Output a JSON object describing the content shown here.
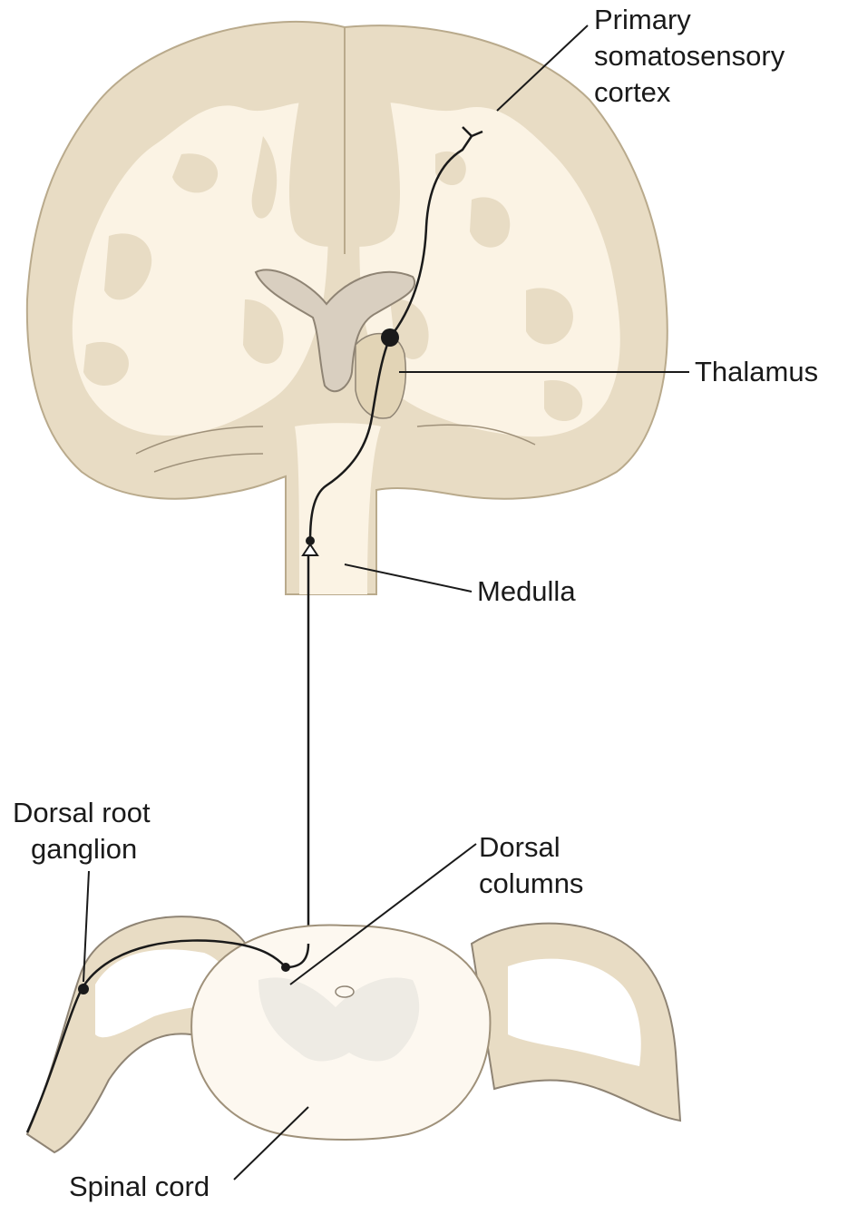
{
  "labels": {
    "cortex": [
      "Primary",
      "somatosensory",
      "cortex"
    ],
    "thalamus": "Thalamus",
    "medulla": "Medulla",
    "dorsal_root_ganglion": [
      "Dorsal root",
      "ganglion"
    ],
    "dorsal_columns": [
      "Dorsal",
      "columns"
    ],
    "spinal_cord": "Spinal cord"
  },
  "colors": {
    "gray_matter": "#e8dcc4",
    "white_matter": "#fbf3e4",
    "ventricle": "#d9cfc0",
    "cord_white": "#fdf8f0",
    "cord_gray": "#eeebe4",
    "pathway": "#1a1a1a"
  }
}
